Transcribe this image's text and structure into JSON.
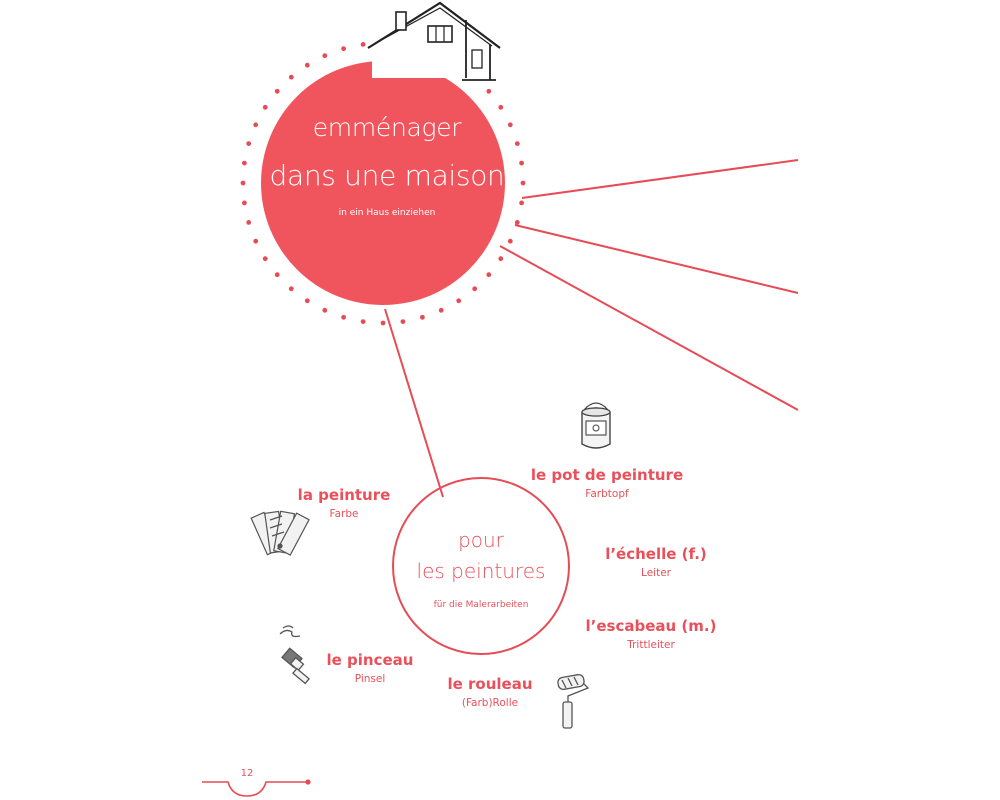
{
  "main": {
    "title_line1": "emménager",
    "title_line2": "dans une maison",
    "translation": "in ein Haus einziehen",
    "icon": "house-icon"
  },
  "sub": {
    "title_line1": "pour",
    "title_line2": "les peintures",
    "translation": "für die Malerarbeiten"
  },
  "vocab": {
    "peinture": {
      "fr": "la peinture",
      "de": "Farbe",
      "icon": "paint-swatch-icon"
    },
    "pot": {
      "fr": "le pot de peinture",
      "de": "Farbtopf",
      "icon": "paint-can-icon"
    },
    "echelle": {
      "fr": "l’échelle (f.)",
      "de": "Leiter"
    },
    "escabeau": {
      "fr": "l’escabeau (m.)",
      "de": "Trittleiter"
    },
    "pinceau": {
      "fr": "le pinceau",
      "de": "Pinsel",
      "icon": "paintbrush-icon"
    },
    "rouleau": {
      "fr": "le rouleau",
      "de": "(Farb)Rolle",
      "icon": "paint-roller-icon"
    }
  },
  "footer": {
    "page_number": "12"
  },
  "colors": {
    "accent": "#f0555d",
    "accent_text": "#e9505a",
    "line": "#e64c55"
  }
}
